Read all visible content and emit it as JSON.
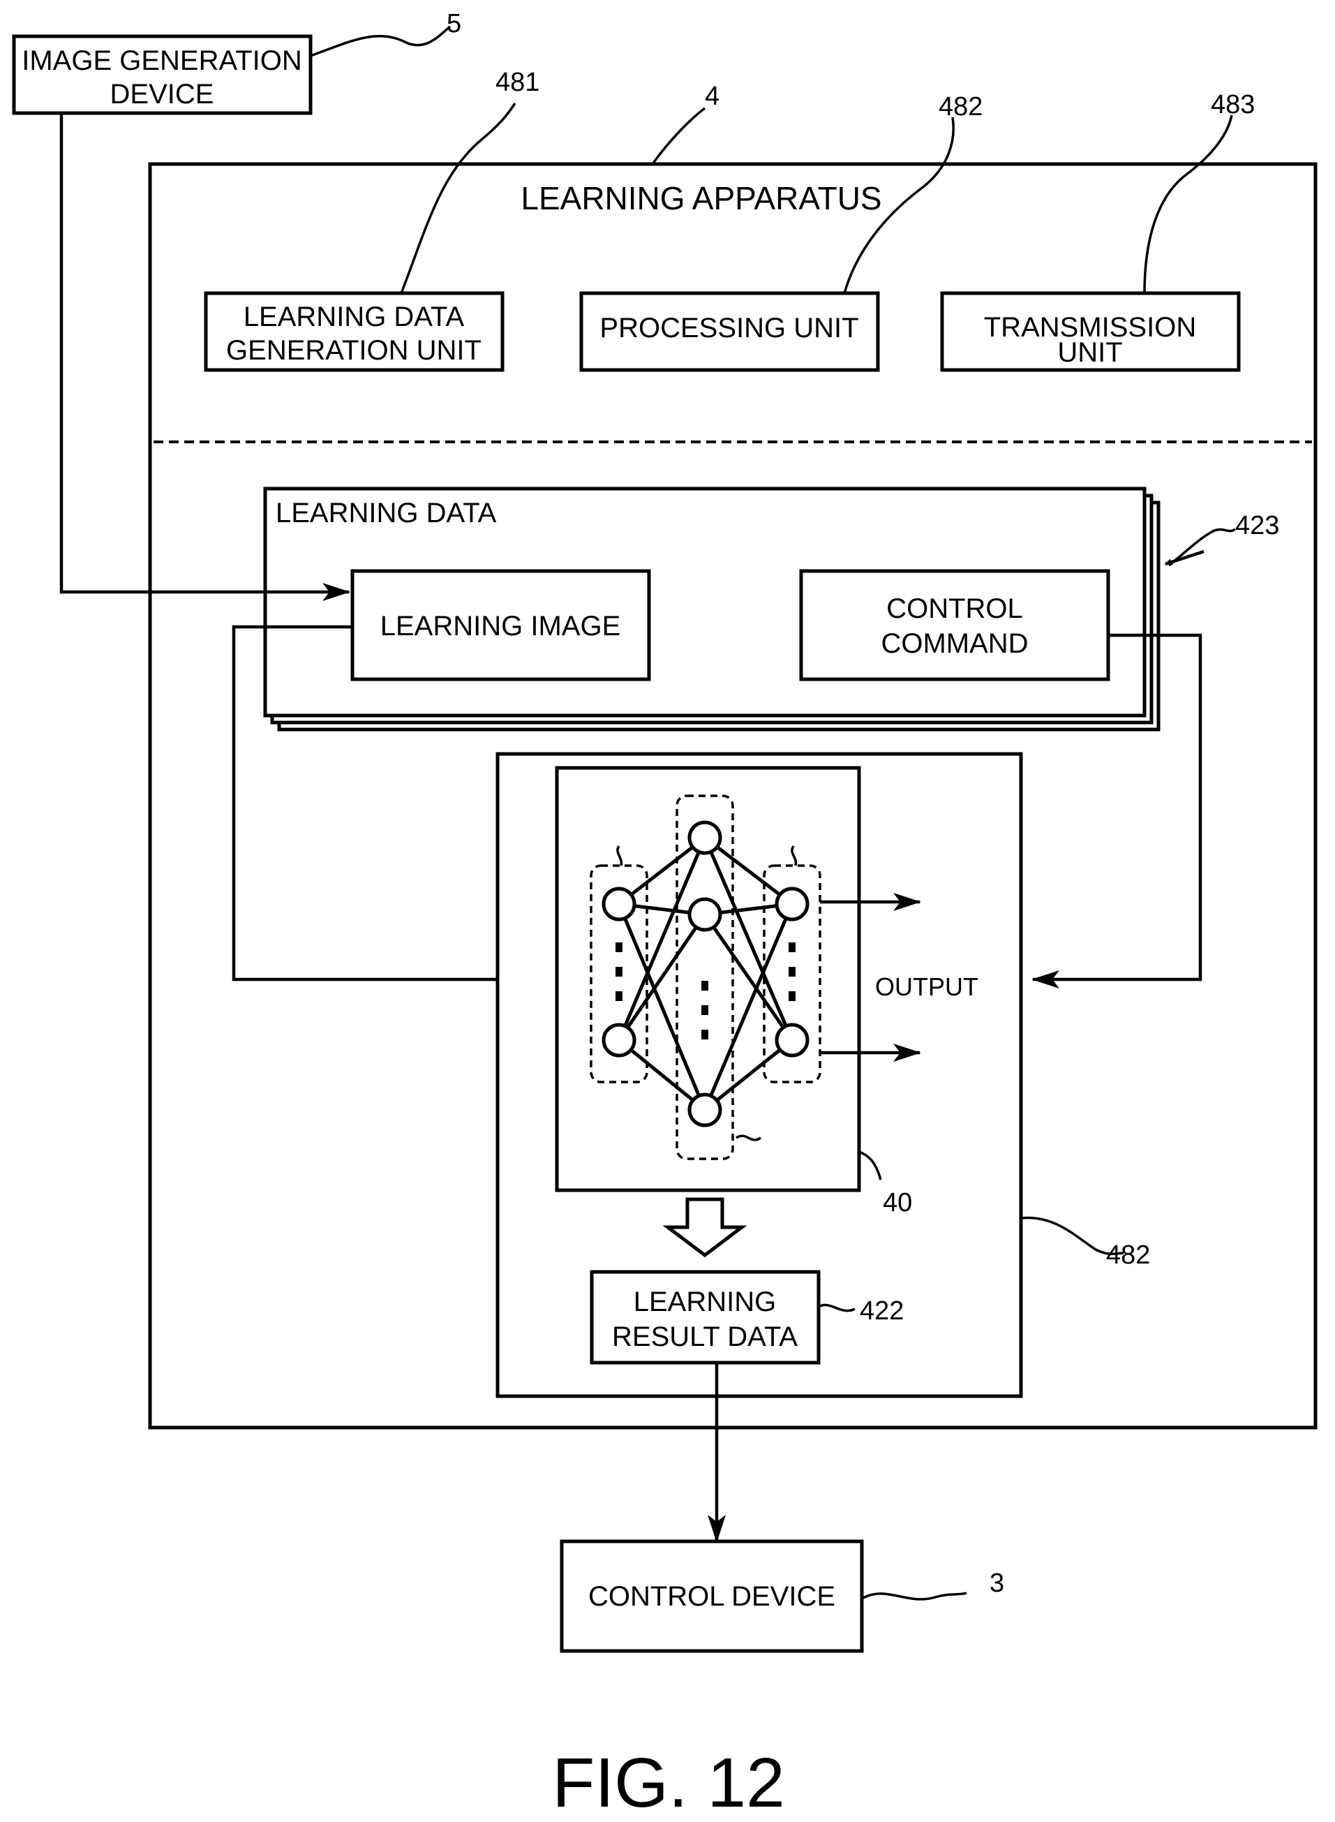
{
  "image_generation_device": {
    "line1": "IMAGE GENERATION",
    "line2": "DEVICE",
    "ref": "5"
  },
  "learning_apparatus": {
    "title": "LEARNING APPARATUS",
    "ref": "4"
  },
  "learning_data_generation_unit": {
    "line1": "LEARNING DATA",
    "line2": "GENERATION UNIT",
    "ref": "481"
  },
  "processing_unit": {
    "label": "PROCESSING UNIT",
    "ref": "482"
  },
  "transmission_unit": {
    "line1": "TRANSMISSION",
    "line2": "UNIT",
    "ref": "483"
  },
  "learning_data": {
    "title": "LEARNING DATA",
    "ref": "423"
  },
  "learning_image": {
    "label": "LEARNING IMAGE"
  },
  "control_command": {
    "line1": "CONTROL",
    "line2": "COMMAND"
  },
  "neural_network": {
    "output_label": "OUTPUT",
    "ref": "40"
  },
  "processing_block": {
    "ref": "482"
  },
  "learning_result_data": {
    "line1": "LEARNING",
    "line2": "RESULT DATA",
    "ref": "422"
  },
  "control_device": {
    "label": "CONTROL DEVICE",
    "ref": "3"
  },
  "figure_caption": "FIG. 12"
}
